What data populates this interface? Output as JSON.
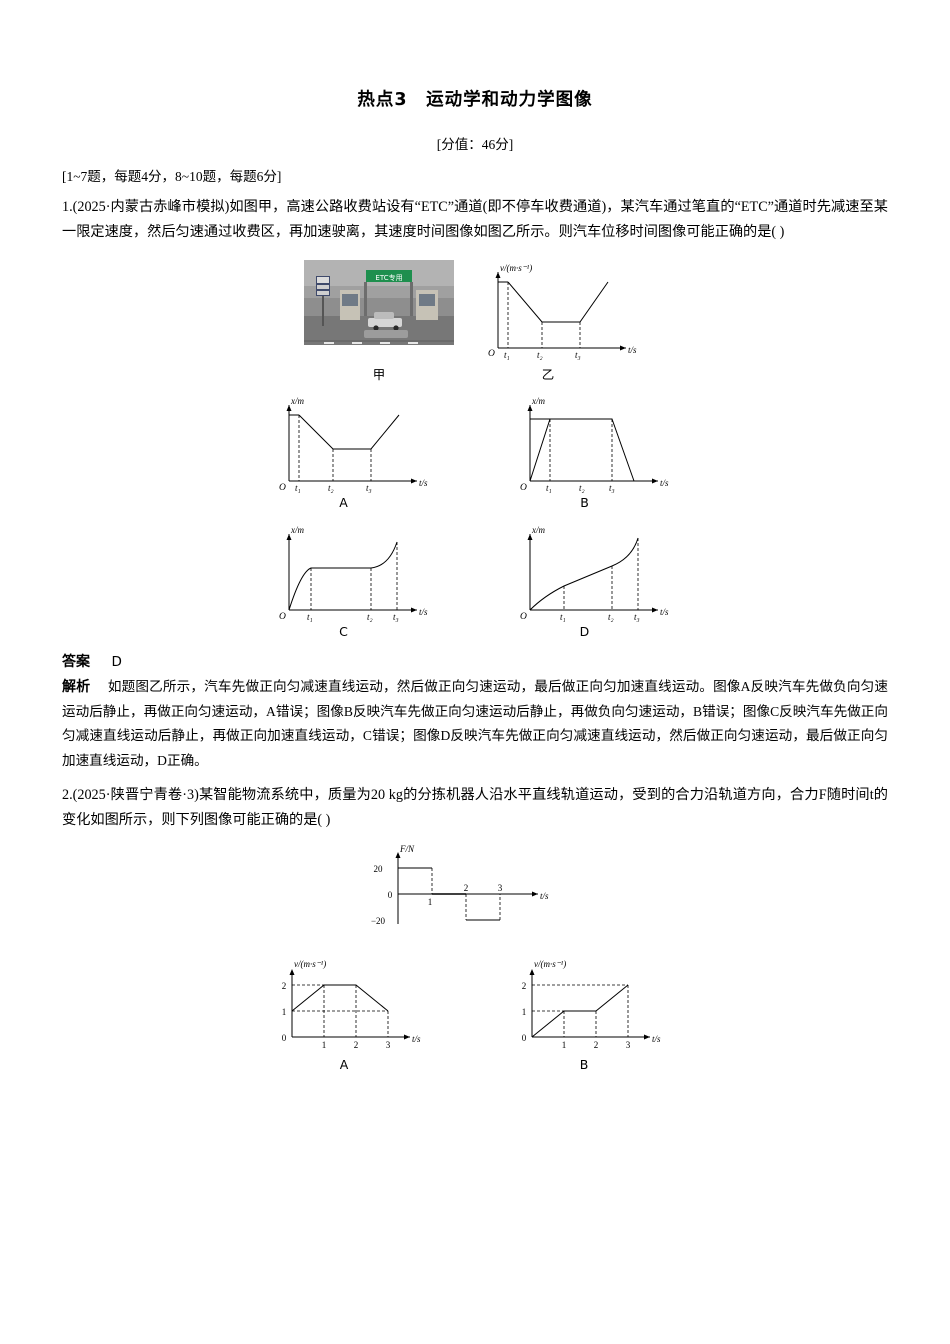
{
  "header": {
    "title": "热点3　运动学和动力学图像",
    "score": "[分值：46分]",
    "rule": "[1~7题，每题4分，8~10题，每题6分]"
  },
  "q1": {
    "text": "1.(2025·内蒙古赤峰市模拟)如图甲，高速公路收费站设有“ETC”通道(即不停车收费通道)，某汽车通过笔直的“ETC”通道时先减速至某一限定速度，然后匀速通过收费区，再加速驶离，其速度时间图像如图乙所示。则汽车位移时间图像可能正确的是(      )",
    "fig_jia_caption": "甲",
    "fig_yi_caption": "乙",
    "photo_label": "ETC专用",
    "yi_axis_y": "v/(m·s⁻¹)",
    "yi_axis_x": "t/s",
    "yi_origin": "O",
    "yi_ticks": [
      "t₁",
      "t₂",
      "t₃"
    ],
    "options": [
      {
        "label": "A",
        "ylabel": "x/m",
        "xlabel": "t/s",
        "origin": "O",
        "ticks": [
          "t₁",
          "t₂",
          "t₃"
        ]
      },
      {
        "label": "B",
        "ylabel": "x/m",
        "xlabel": "t/s",
        "origin": "O",
        "ticks": [
          "t₁",
          "t₂",
          "t₃"
        ]
      },
      {
        "label": "C",
        "ylabel": "x/m",
        "xlabel": "t/s",
        "origin": "O",
        "ticks": [
          "t₁",
          "t₂",
          "t₃"
        ]
      },
      {
        "label": "D",
        "ylabel": "x/m",
        "xlabel": "t/s",
        "origin": "O",
        "ticks": [
          "t₁",
          "t₂",
          "t₃"
        ]
      }
    ],
    "answer_label": "答案",
    "answer_value": "D",
    "solution_label": "解析",
    "solution_text": "如题图乙所示，汽车先做正向匀减速直线运动，然后做正向匀速运动，最后做正向匀加速直线运动。图像A反映汽车先做负向匀速运动后静止，再做正向匀速运动，A错误；图像B反映汽车先做正向匀速运动后静止，再做负向匀速运动，B错误；图像C反映汽车先做正向匀减速直线运动后静止，再做正向加速直线运动，C错误；图像D反映汽车先做正向匀减速直线运动，然后做正向匀速运动，最后做正向匀加速直线运动，D正确。"
  },
  "q2": {
    "text": "2.(2025·陕晋宁青卷·3)某智能物流系统中，质量为20 kg的分拣机器人沿水平直线轨道运动，受到的合力沿轨道方向，合力F随时间t的变化如图所示，则下列图像可能正确的是(      )",
    "main_fig": {
      "ylabel": "F/N",
      "xlabel": "t/s",
      "yticks": [
        "20",
        "0",
        "−20"
      ],
      "xticks": [
        "1",
        "2",
        "3"
      ]
    },
    "options": [
      {
        "label": "A",
        "ylabel": "v/(m·s⁻¹)",
        "xlabel": "t/s",
        "yticks": [
          "2",
          "1",
          "0"
        ],
        "xticks": [
          "1",
          "2",
          "3"
        ]
      },
      {
        "label": "B",
        "ylabel": "v/(m·s⁻¹)",
        "xlabel": "t/s",
        "yticks": [
          "2",
          "1",
          "0"
        ],
        "xticks": [
          "1",
          "2",
          "3"
        ]
      }
    ]
  },
  "chart_data": [
    {
      "type": "line",
      "title": "乙 — v-t graph (ETC channel)",
      "xlabel": "t/s",
      "ylabel": "v/(m·s⁻¹)",
      "x": [
        0,
        1,
        2,
        3
      ],
      "y": [
        1.0,
        0.38,
        0.38,
        1.0
      ],
      "xtick_labels": [
        "t₁",
        "t₂",
        "t₃"
      ],
      "grid": false
    },
    {
      "type": "line",
      "title": "A — x-t graph",
      "xlabel": "t/s",
      "ylabel": "x/m",
      "x": [
        0,
        1,
        2,
        3
      ],
      "y": [
        1.0,
        0.45,
        0.45,
        1.0
      ],
      "xtick_labels": [
        "t₁",
        "t₂",
        "t₃"
      ],
      "grid": false
    },
    {
      "type": "line",
      "title": "B — x-t graph",
      "xlabel": "t/s",
      "ylabel": "x/m",
      "x": [
        0,
        1,
        2,
        3
      ],
      "y": [
        0,
        0.85,
        0.85,
        0
      ],
      "xtick_labels": [
        "t₁",
        "t₂",
        "t₃"
      ],
      "grid": false
    },
    {
      "type": "line",
      "title": "C — x-t graph",
      "xlabel": "t/s",
      "ylabel": "x/m",
      "x": [
        0,
        1,
        2,
        3
      ],
      "y": [
        0,
        0.55,
        0.55,
        1.0
      ],
      "xtick_labels": [
        "t₁",
        "t₂",
        "t₃"
      ],
      "grid": false
    },
    {
      "type": "line",
      "title": "D — x-t graph",
      "xlabel": "t/s",
      "ylabel": "x/m",
      "x": [
        0,
        1,
        2,
        3
      ],
      "y": [
        0,
        0.28,
        0.58,
        1.0
      ],
      "xtick_labels": [
        "t₁",
        "t₂",
        "t₃"
      ],
      "grid": false
    },
    {
      "type": "line",
      "title": "F-t graph (robot)",
      "xlabel": "t/s",
      "ylabel": "F/N",
      "x": [
        0,
        1,
        1,
        2,
        2,
        3
      ],
      "y": [
        20,
        20,
        0,
        0,
        -20,
        -20
      ],
      "ylim": [
        -20,
        20
      ],
      "ytick_labels": [
        "20",
        "0",
        "−20"
      ],
      "xtick_labels": [
        "1",
        "2",
        "3"
      ],
      "grid": false
    },
    {
      "type": "line",
      "title": "A — v-t graph",
      "xlabel": "t/s",
      "ylabel": "v/(m·s⁻¹)",
      "x": [
        0,
        1,
        2,
        3
      ],
      "y": [
        1,
        2,
        2,
        1
      ],
      "ylim": [
        0,
        2
      ],
      "ytick_labels": [
        "0",
        "1",
        "2"
      ],
      "xtick_labels": [
        "1",
        "2",
        "3"
      ],
      "grid": false
    },
    {
      "type": "line",
      "title": "B — v-t graph",
      "xlabel": "t/s",
      "ylabel": "v/(m·s⁻¹)",
      "x": [
        0,
        1,
        2,
        3
      ],
      "y": [
        0,
        1,
        1,
        2
      ],
      "ylim": [
        0,
        2
      ],
      "ytick_labels": [
        "0",
        "1",
        "2"
      ],
      "xtick_labels": [
        "1",
        "2",
        "3"
      ],
      "grid": false
    }
  ]
}
